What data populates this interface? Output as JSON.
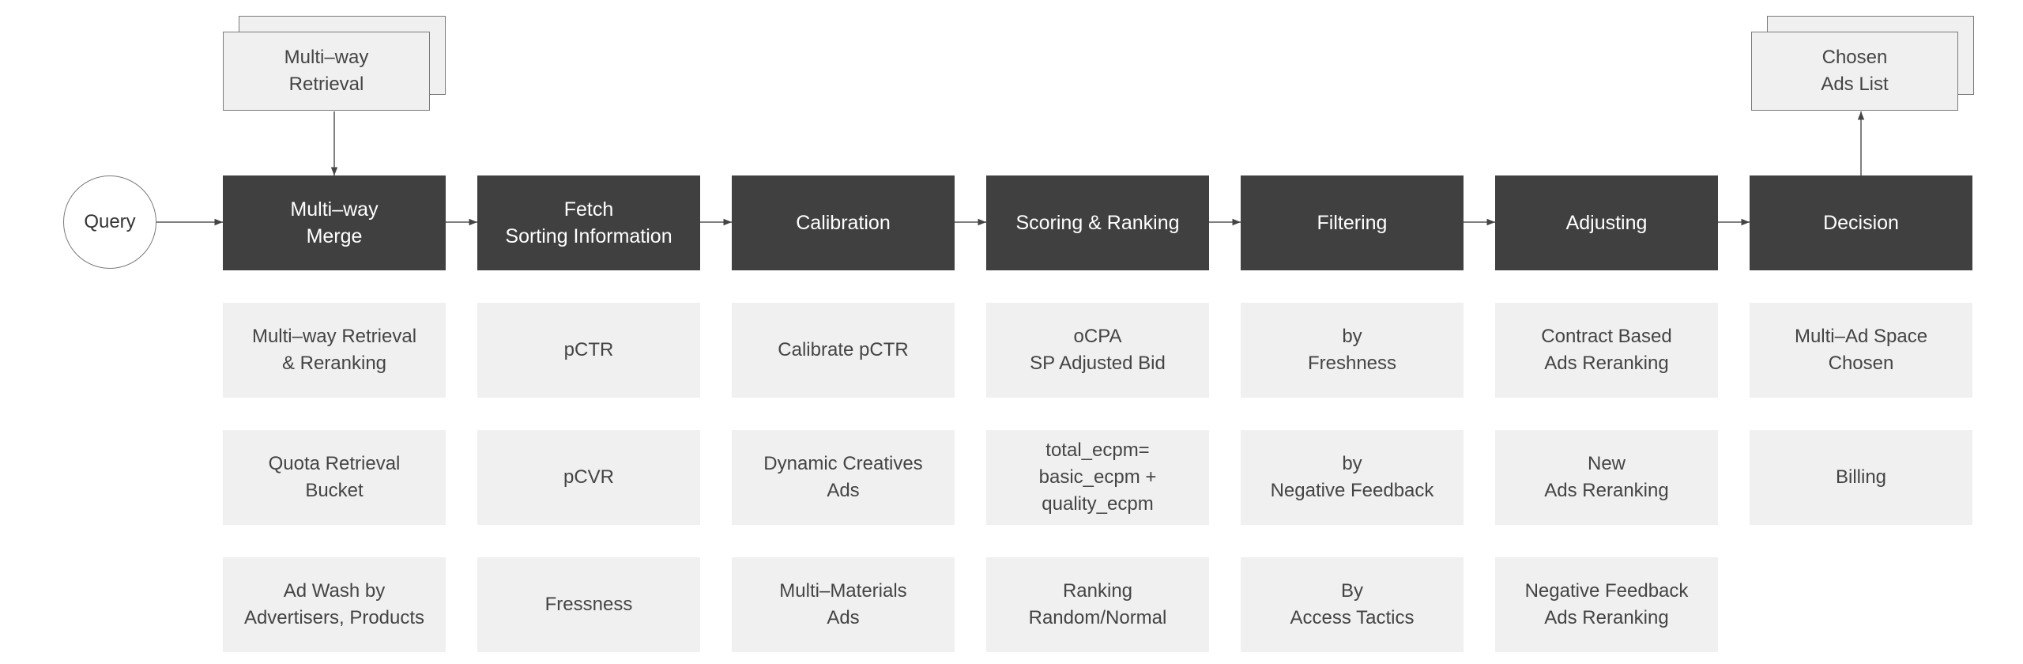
{
  "query_label": "Query",
  "retrieval_source": "Multi–way\nRetrieval",
  "output_list": "Chosen\nAds List",
  "stages": [
    "Multi–way\nMerge",
    "Fetch\nSorting Information",
    "Calibration",
    "Scoring & Ranking",
    "Filtering",
    "Adjusting",
    "Decision"
  ],
  "details": [
    [
      "Multi–way Retrieval\n& Reranking",
      "Quota Retrieval\nBucket",
      "Ad Wash by\nAdvertisers, Products"
    ],
    [
      "pCTR",
      "pCVR",
      "Fressness"
    ],
    [
      "Calibrate pCTR",
      "Dynamic Creatives\nAds",
      "Multi–Materials\nAds"
    ],
    [
      "oCPA\nSP Adjusted Bid",
      "total_ecpm=\nbasic_ecpm +\nquality_ecpm",
      "Ranking\nRandom/Normal"
    ],
    [
      "by\nFreshness",
      "by\nNegative Feedback",
      "By\nAccess Tactics"
    ],
    [
      "Contract Based\nAds Reranking",
      "New\nAds Reranking",
      "Negative Feedback\nAds Reranking"
    ],
    [
      "Multi–Ad Space\nChosen",
      "Billing"
    ]
  ]
}
